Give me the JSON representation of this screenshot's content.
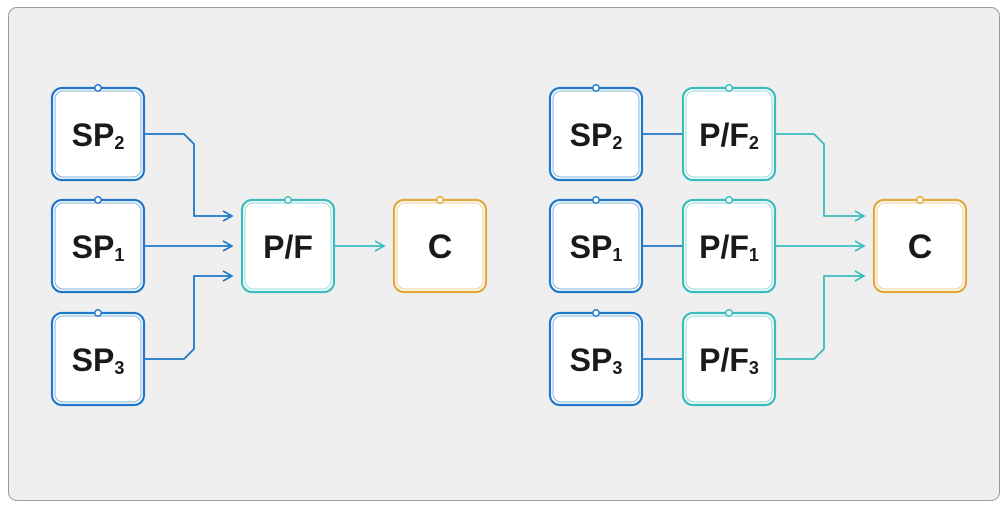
{
  "colors": {
    "sp_border": "#1f78c8",
    "pf_border": "#3bbcbc",
    "c_border": "#e0a93a",
    "sp_arrow": "#1f78c8",
    "pf_arrow": "#3bbcbc"
  },
  "diagrams": [
    {
      "id": "left",
      "nodes": [
        {
          "id": "sp2",
          "kind": "sp",
          "label": "SP",
          "sub": "2"
        },
        {
          "id": "sp1",
          "kind": "sp",
          "label": "SP",
          "sub": "1"
        },
        {
          "id": "sp3",
          "kind": "sp",
          "label": "SP",
          "sub": "3"
        },
        {
          "id": "pf",
          "kind": "pf",
          "label": "P/F",
          "sub": ""
        },
        {
          "id": "c",
          "kind": "c",
          "label": "C",
          "sub": ""
        }
      ],
      "edges": [
        {
          "from": "sp2",
          "to": "pf"
        },
        {
          "from": "sp1",
          "to": "pf"
        },
        {
          "from": "sp3",
          "to": "pf"
        },
        {
          "from": "pf",
          "to": "c"
        }
      ]
    },
    {
      "id": "right",
      "nodes": [
        {
          "id": "sp2",
          "kind": "sp",
          "label": "SP",
          "sub": "2"
        },
        {
          "id": "sp1",
          "kind": "sp",
          "label": "SP",
          "sub": "1"
        },
        {
          "id": "sp3",
          "kind": "sp",
          "label": "SP",
          "sub": "3"
        },
        {
          "id": "pf2",
          "kind": "pf",
          "label": "P/F",
          "sub": "2"
        },
        {
          "id": "pf1",
          "kind": "pf",
          "label": "P/F",
          "sub": "1"
        },
        {
          "id": "pf3",
          "kind": "pf",
          "label": "P/F",
          "sub": "3"
        },
        {
          "id": "c",
          "kind": "c",
          "label": "C",
          "sub": ""
        }
      ],
      "edges": [
        {
          "from": "sp2",
          "to": "pf2"
        },
        {
          "from": "sp1",
          "to": "pf1"
        },
        {
          "from": "sp3",
          "to": "pf3"
        },
        {
          "from": "pf2",
          "to": "c"
        },
        {
          "from": "pf1",
          "to": "c"
        },
        {
          "from": "pf3",
          "to": "c"
        }
      ]
    }
  ]
}
